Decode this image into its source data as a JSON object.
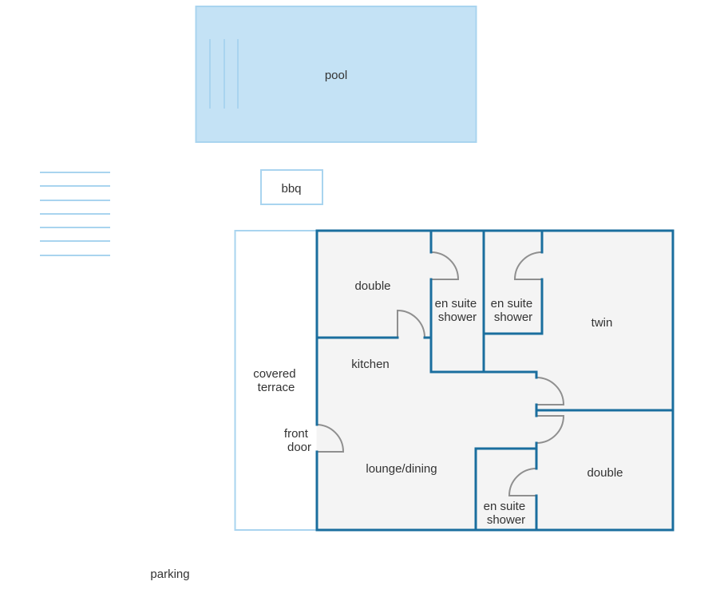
{
  "labels": {
    "pool": "pool",
    "bbq": "bbq",
    "covered_terrace": [
      "covered",
      "terrace"
    ],
    "front_door": [
      "front",
      "door"
    ],
    "kitchen": "kitchen",
    "lounge_dining": "lounge/dining",
    "double_top": "double",
    "ensuite_1": [
      "en suite",
      "shower"
    ],
    "ensuite_2": [
      "en suite",
      "shower"
    ],
    "twin": "twin",
    "double_bottom": "double",
    "ensuite_3": [
      "en suite",
      "shower"
    ],
    "parking": "parking"
  },
  "colors": {
    "wall": "#1a6e9e",
    "door": "#8f8f8f",
    "floor": "#f4f4f4",
    "pool_fill": "#c4e2f5",
    "light_outline": "#a9d4ef",
    "text": "#333333"
  }
}
